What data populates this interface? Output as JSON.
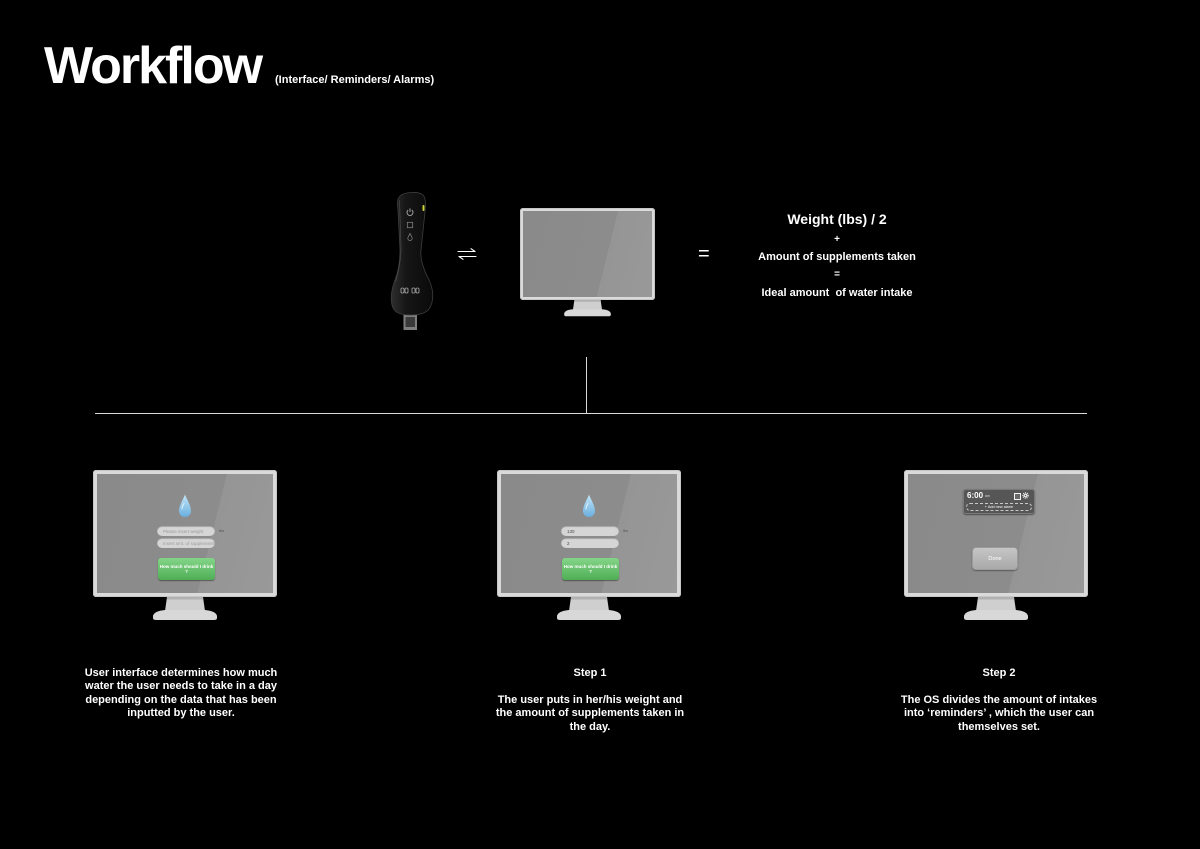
{
  "title": "Workflow",
  "subtitle": "(Interface/ Reminders/ Alarms)",
  "colors": {
    "background": "#000000",
    "text": "#ffffff",
    "monitor_bezel": "#dadada",
    "monitor_screen": "#8c8c8c",
    "water_drop": "#8ec6ea",
    "button_green": "#5bb960",
    "button_grey": "#b4b4b4",
    "alarm_card": "#565656",
    "device_led": "#c9d43a"
  },
  "top_row": {
    "device_icons": [
      "power-icon",
      "square-icon",
      "drop-icon"
    ],
    "link_icon": "exchange-arrows-icon",
    "equals": "=",
    "formula": {
      "weight_term": "Weight (lbs) / 2",
      "plus": "+",
      "supplements_term": "Amount of supplements taken",
      "equals": "=",
      "result": "Ideal amount  of water intake"
    }
  },
  "screens": [
    {
      "icon": "water-drop-icon",
      "weight_placeholder": "Please insert weight",
      "weight_unit": "lbs",
      "supplements_placeholder": "Insert amt. of supplements",
      "submit_label": "How much should I drink ?"
    },
    {
      "icon": "water-drop-icon",
      "weight_value": "130",
      "weight_unit": "lbs",
      "supplements_value": "2",
      "submit_label": "How much should I drink ?"
    },
    {
      "alarm": {
        "time": "6:00",
        "period": "am",
        "icons": [
          "toggle-icon",
          "gear-icon"
        ]
      },
      "add_alarm_label": "+ Add new alarm",
      "done_label": "Done"
    }
  ],
  "captions": [
    {
      "lines": [
        "User interface determines how much",
        "water the user needs to take in a day",
        "depending on the data that has been",
        "inputted by the user."
      ]
    },
    {
      "heading": "Step 1",
      "lines": [
        "The user puts in her/his weight and",
        "the amount of supplements taken in",
        "the day."
      ]
    },
    {
      "heading": "Step 2",
      "lines": [
        "The OS divides the amount of intakes",
        "into ‘reminders’ , which the user can",
        "themselves set."
      ]
    }
  ]
}
